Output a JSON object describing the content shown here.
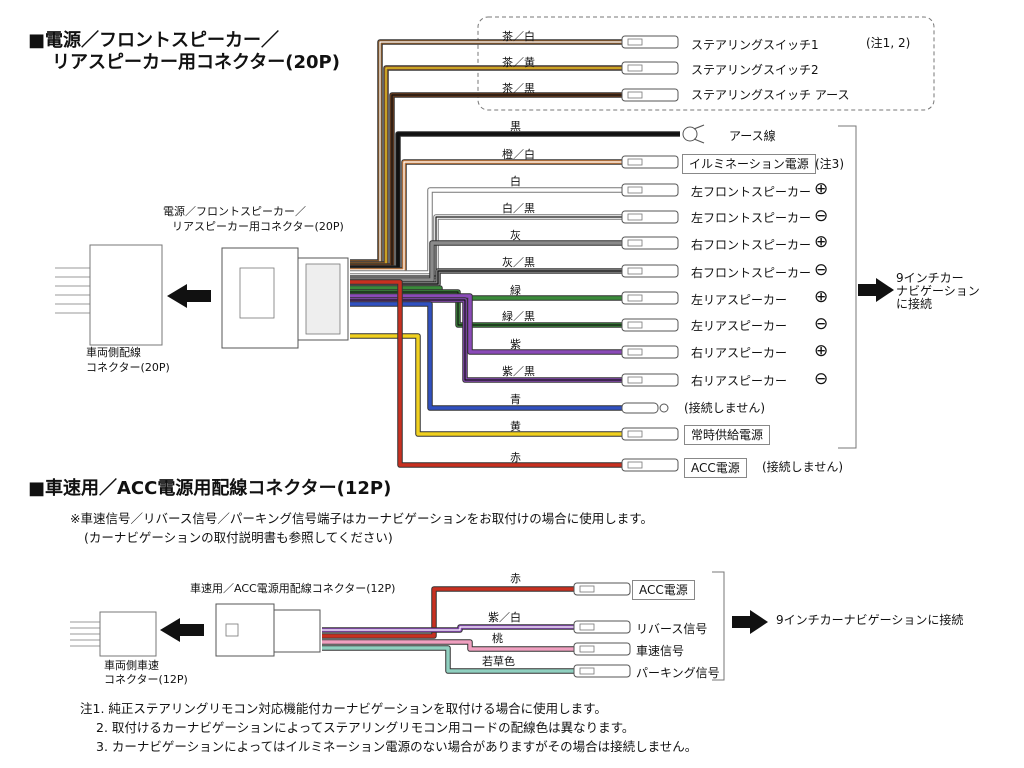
{
  "sec1": {
    "title_l1": "■電源／フロントスピーカー／",
    "title_l2": "リアスピーカー用コネクター(20P)"
  },
  "conn20": {
    "label_l1": "電源／フロントスピーカー／",
    "label_l2": "リアスピーカー用コネクター(20P)",
    "vehicle_l1": "車両側配線",
    "vehicle_l2": "コネクター(20P)"
  },
  "wires": [
    {
      "color_label": "茶／白",
      "name": "ステアリングスイッチ1",
      "colors": [
        "#8b5a2b",
        "#ffffff"
      ]
    },
    {
      "color_label": "茶／黄",
      "name": "ステアリングスイッチ2",
      "colors": [
        "#8b5a2b",
        "#f0d020"
      ]
    },
    {
      "color_label": "茶／黒",
      "name": "ステアリングスイッチ アース",
      "colors": [
        "#6b3a1b",
        "#111111"
      ]
    },
    {
      "color_label": "黒",
      "name": "アース線",
      "colors": [
        "#111111"
      ]
    },
    {
      "color_label": "橙／白",
      "name": "イルミネーション電源",
      "note": "(注3)",
      "colors": [
        "#d08040",
        "#ffffff"
      ]
    },
    {
      "color_label": "白",
      "name": "左フロントスピーカー",
      "sign": "⊕",
      "colors": [
        "#ffffff"
      ]
    },
    {
      "color_label": "白／黒",
      "name": "左フロントスピーカー",
      "sign": "⊖",
      "colors": [
        "#ffffff",
        "#111111"
      ]
    },
    {
      "color_label": "灰",
      "name": "右フロントスピーカー",
      "sign": "⊕",
      "colors": [
        "#8a8a8a"
      ]
    },
    {
      "color_label": "灰／黒",
      "name": "右フロントスピーカー",
      "sign": "⊖",
      "colors": [
        "#8a8a8a",
        "#111111"
      ]
    },
    {
      "color_label": "緑",
      "name": "左リアスピーカー",
      "sign": "⊕",
      "colors": [
        "#3a8a3a"
      ]
    },
    {
      "color_label": "緑／黒",
      "name": "左リアスピーカー",
      "sign": "⊖",
      "colors": [
        "#3a8a3a",
        "#111111"
      ]
    },
    {
      "color_label": "紫",
      "name": "右リアスピーカー",
      "sign": "⊕",
      "colors": [
        "#8a4ab8"
      ]
    },
    {
      "color_label": "紫／黒",
      "name": "右リアスピーカー",
      "sign": "⊖",
      "colors": [
        "#8a4ab8",
        "#111111"
      ]
    },
    {
      "color_label": "青",
      "name": "(接続しません)",
      "colors": [
        "#3050c0"
      ]
    },
    {
      "color_label": "黄",
      "name": "常時供給電源",
      "colors": [
        "#f0d020"
      ]
    },
    {
      "color_label": "赤",
      "name": "ACC電源",
      "note": "(接続しません)",
      "colors": [
        "#c83020"
      ]
    }
  ],
  "note12": "(注1, 2)",
  "navi": {
    "l1": "9インチカー",
    "l2": "ナビゲーション",
    "l3": "に接続"
  },
  "sec2": {
    "title": "■車速用／ACC電源用配線コネクター(12P)",
    "remark_l1": "※車速信号／リバース信号／パーキング信号端子はカーナビゲーションをお取付けの場合に使用します。",
    "remark_l2": "(カーナビゲーションの取付説明書も参照してください)",
    "conn_label": "車速用／ACC電源用配線コネクター(12P)",
    "vehicle_l1": "車両側車速",
    "vehicle_l2": "コネクター(12P)",
    "navi": "9インチカーナビゲーションに接続",
    "wires": [
      {
        "color_label": "赤",
        "name": "ACC電源",
        "colors": [
          "#c83020"
        ]
      },
      {
        "color_label": "紫／白",
        "name": "リバース信号",
        "colors": [
          "#8a4ab8",
          "#ffffff"
        ]
      },
      {
        "color_label": "桃",
        "name": "車速信号",
        "colors": [
          "#f0a0c0"
        ]
      },
      {
        "color_label": "若草色",
        "name": "パーキング信号",
        "colors": [
          "#90d0c0"
        ]
      }
    ]
  },
  "notes": [
    "注1. 純正ステアリングリモコン対応機能付カーナビゲーションを取付ける場合に使用します。",
    "2. 取付けるカーナビゲーションによってステアリングリモコン用コードの配線色は異なります。",
    "3. カーナビゲーションによってはイルミネーション電源のない場合がありますがその場合は接続しません。"
  ]
}
